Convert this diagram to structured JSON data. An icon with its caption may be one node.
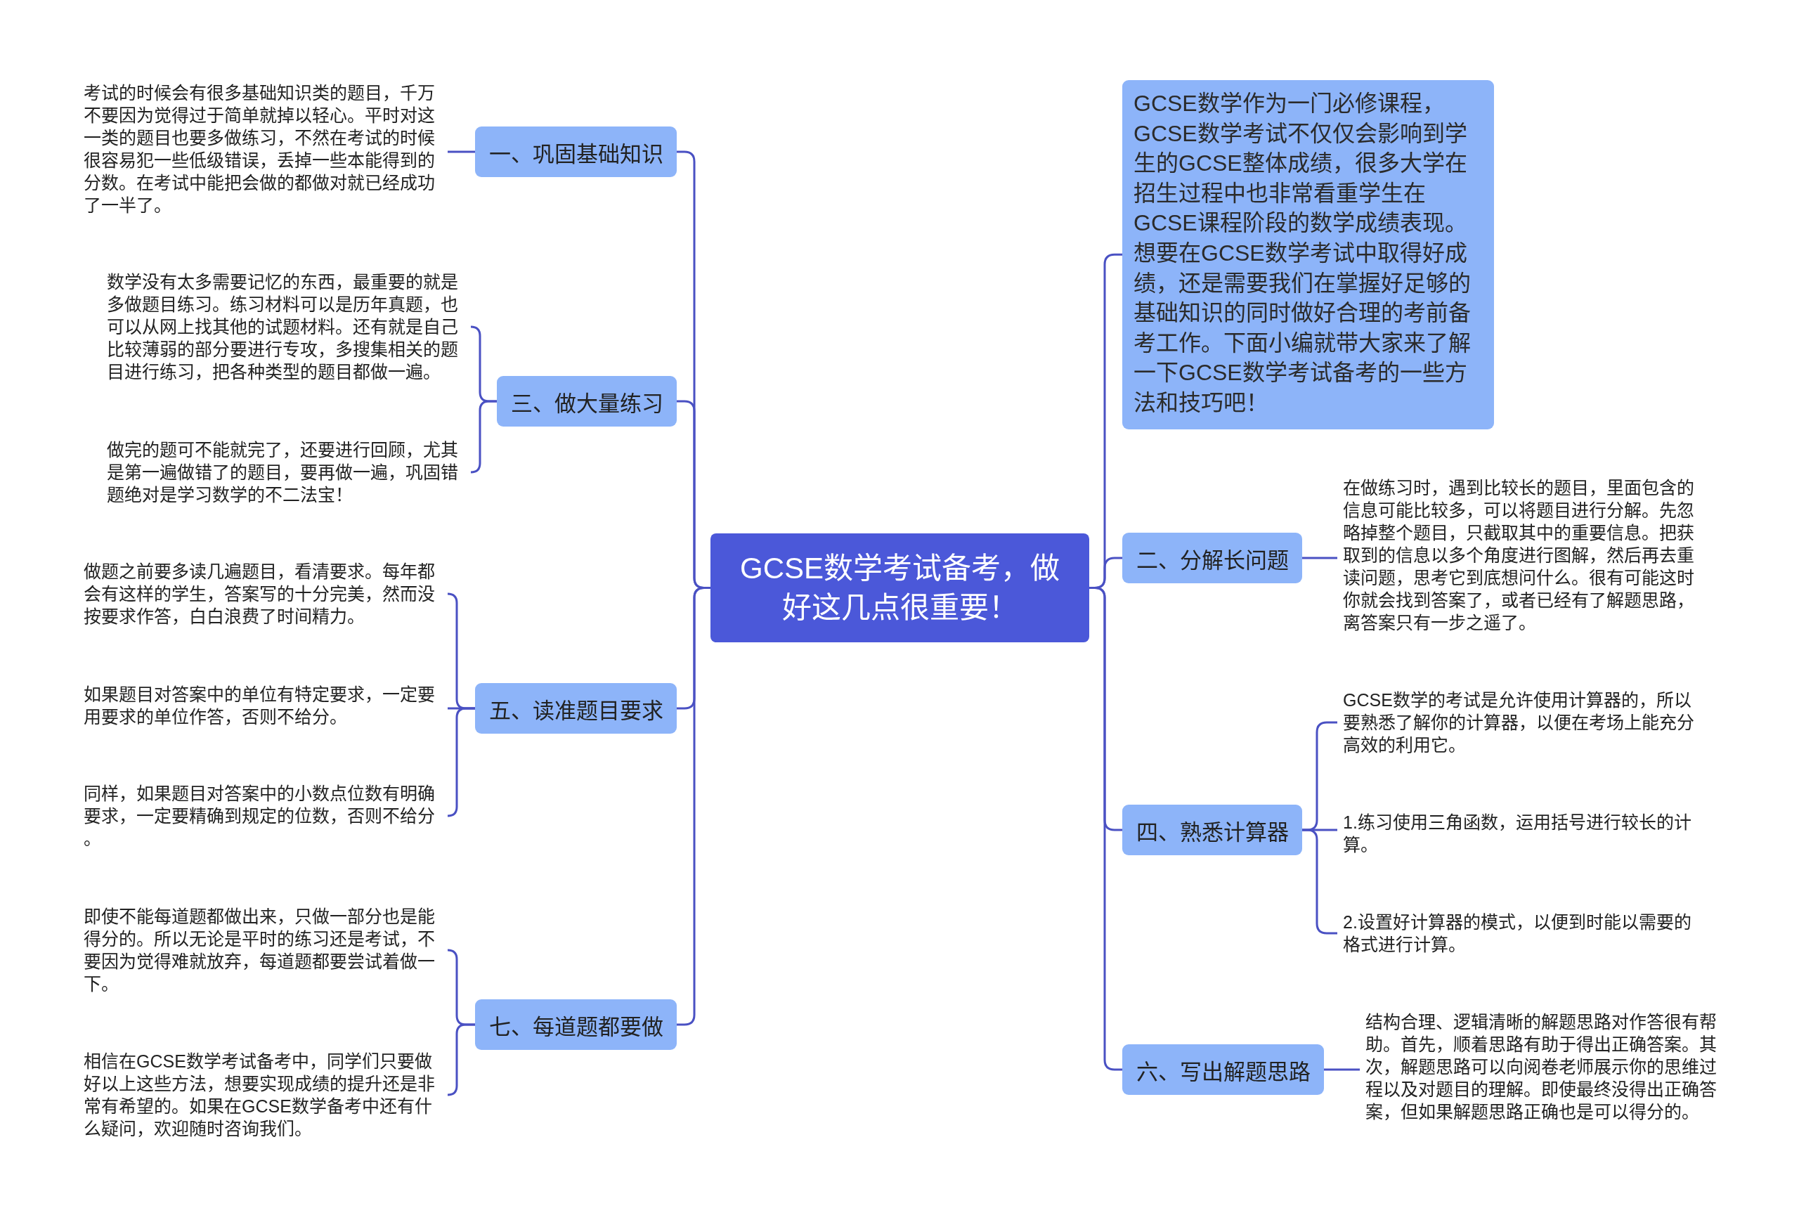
{
  "diagram": {
    "nodes": [
      {
        "text": [
          "GCSE数学考试备考，做好这几点很重要！"
        ]
      },
      {
        "text": [
          "GCSE数学作为一门必修课程，GCSE数学考试不仅仅会影响到学生的GCSE整体成绩，很多大学在招生过程中也非常看重学生在GCSE课程阶段的数学成绩表现。想要在GCSE数学考试中取得好成绩，还是需要我们在掌握好足够的基础知识的同时做好合理的考前备考工作。下面小编就带大家来了解一下GCSE数学考试备考的一些方法和技巧吧！"
        ]
      },
      {
        "text": [
          "一、巩固基础知识"
        ]
      },
      {
        "text": [
          "考试的时候会有很多基础知识类的题目，千万不要因为觉得过于简单就掉以轻心。平时对这一类的题目也要多做练习，不然在考试的时候很容易犯一些低级错误，丢掉一些本能得到的分数。在考试中能把会做的都做对就已经成功了一半了。"
        ]
      },
      {
        "text": [
          "二、分解长问题"
        ]
      },
      {
        "text": [
          "在做练习时，遇到比较长的题目，里面包含的信息可能比较多，可以将题目进行分解。先忽略掉整个题目，只截取其中的重要信息。把获取到的信息以多个角度进行图解，然后再去重读问题，思考它到底想问什么。很有可能这时你就会找到答案了，或者已经有了解题思路，离答案只有一步之遥了。"
        ]
      },
      {
        "text": [
          "三、做大量练习"
        ]
      },
      {
        "text": [
          "数学没有太多需要记忆的东西，最重要的就是多做题目练习。练习材料可以是历年真题，也可以从网上找其他的试题材料。还有就是自己比较薄弱的部分要进行专攻，多搜集相关的题目进行练习，把各种类型的题目都做一遍。"
        ]
      },
      {
        "text": [
          "做完的题可不能就完了，还要进行回顾，尤其是第一遍做错了的题目，要再做一遍，巩固错题绝对是学习数学的不二法宝！"
        ]
      },
      {
        "text": [
          "四、熟悉计算器"
        ]
      },
      {
        "text": [
          "GCSE数学的考试是允许使用计算器的，所以要熟悉了解你的计算器，以便在考场上能充分高效的利用它。"
        ]
      },
      {
        "text": [
          "1.练习使用三角函数，运用括号进行较长的计算。"
        ]
      },
      {
        "text": [
          "2.设置好计算器的模式，以便到时能以需要的格式进行计算。"
        ]
      },
      {
        "text": [
          "五、读准题目要求"
        ]
      },
      {
        "text": [
          "做题之前要多读几遍题目，看清要求。每年都会有这样的学生，答案写的十分完美，然而没按要求作答，白白浪费了时间精力。"
        ]
      },
      {
        "text": [
          "如果题目对答案中的单位有特定要求，一定要用要求的单位作答，否则不给分。"
        ]
      },
      {
        "text": [
          "同样，如果题目对答案中的小数点位数有明确要求，一定要精确到规定的位数，否则不给分。"
        ]
      },
      {
        "text": [
          "六、写出解题思路"
        ]
      },
      {
        "text": [
          "结构合理、逻辑清晰的解题思路对作答很有帮助。首先，顺着思路有助于得出正确答案。其次，解题思路可以向阅卷老师展示你的思维过程以及对题目的理解。即使最终没得出正确答案，但如果解题思路正确也是可以得分的。"
        ]
      },
      {
        "text": [
          "七、每道题都要做"
        ]
      },
      {
        "text": [
          "即使不能每道题都做出来，只做一部分也是能得分的。所以无论是平时的练习还是考试，不要因为觉得难就放弃，每道题都要尝试着做一下。"
        ]
      },
      {
        "text": [
          "相信在GCSE数学考试备考中，同学们只要做好以上这些方法，想要实现成绩的提升还是非常有希望的。如果在GCSE数学备考中还有什么疑问，欢迎随时咨询我们。"
        ]
      }
    ],
    "edges": [
      {
        "from": 0,
        "to": 1,
        "arrow": "none"
      },
      {
        "from": 0,
        "to": 2,
        "arrow": "none"
      },
      {
        "from": 0,
        "to": 4,
        "arrow": "none"
      },
      {
        "from": 0,
        "to": 6,
        "arrow": "none"
      },
      {
        "from": 0,
        "to": 9,
        "arrow": "none"
      },
      {
        "from": 0,
        "to": 13,
        "arrow": "none"
      },
      {
        "from": 0,
        "to": 17,
        "arrow": "none"
      },
      {
        "from": 0,
        "to": 19,
        "arrow": "none"
      },
      {
        "from": 2,
        "to": 3,
        "arrow": "none"
      },
      {
        "from": 4,
        "to": 5,
        "arrow": "none"
      },
      {
        "from": 6,
        "to": 7,
        "arrow": "none"
      },
      {
        "from": 6,
        "to": 8,
        "arrow": "none"
      },
      {
        "from": 9,
        "to": 10,
        "arrow": "none"
      },
      {
        "from": 9,
        "to": 11,
        "arrow": "none"
      },
      {
        "from": 9,
        "to": 12,
        "arrow": "none"
      },
      {
        "from": 13,
        "to": 14,
        "arrow": "none"
      },
      {
        "from": 13,
        "to": 15,
        "arrow": "none"
      },
      {
        "from": 13,
        "to": 16,
        "arrow": "none"
      },
      {
        "from": 17,
        "to": 18,
        "arrow": "none"
      },
      {
        "from": 19,
        "to": 20,
        "arrow": "none"
      },
      {
        "from": 19,
        "to": 21,
        "arrow": "none"
      }
    ]
  }
}
